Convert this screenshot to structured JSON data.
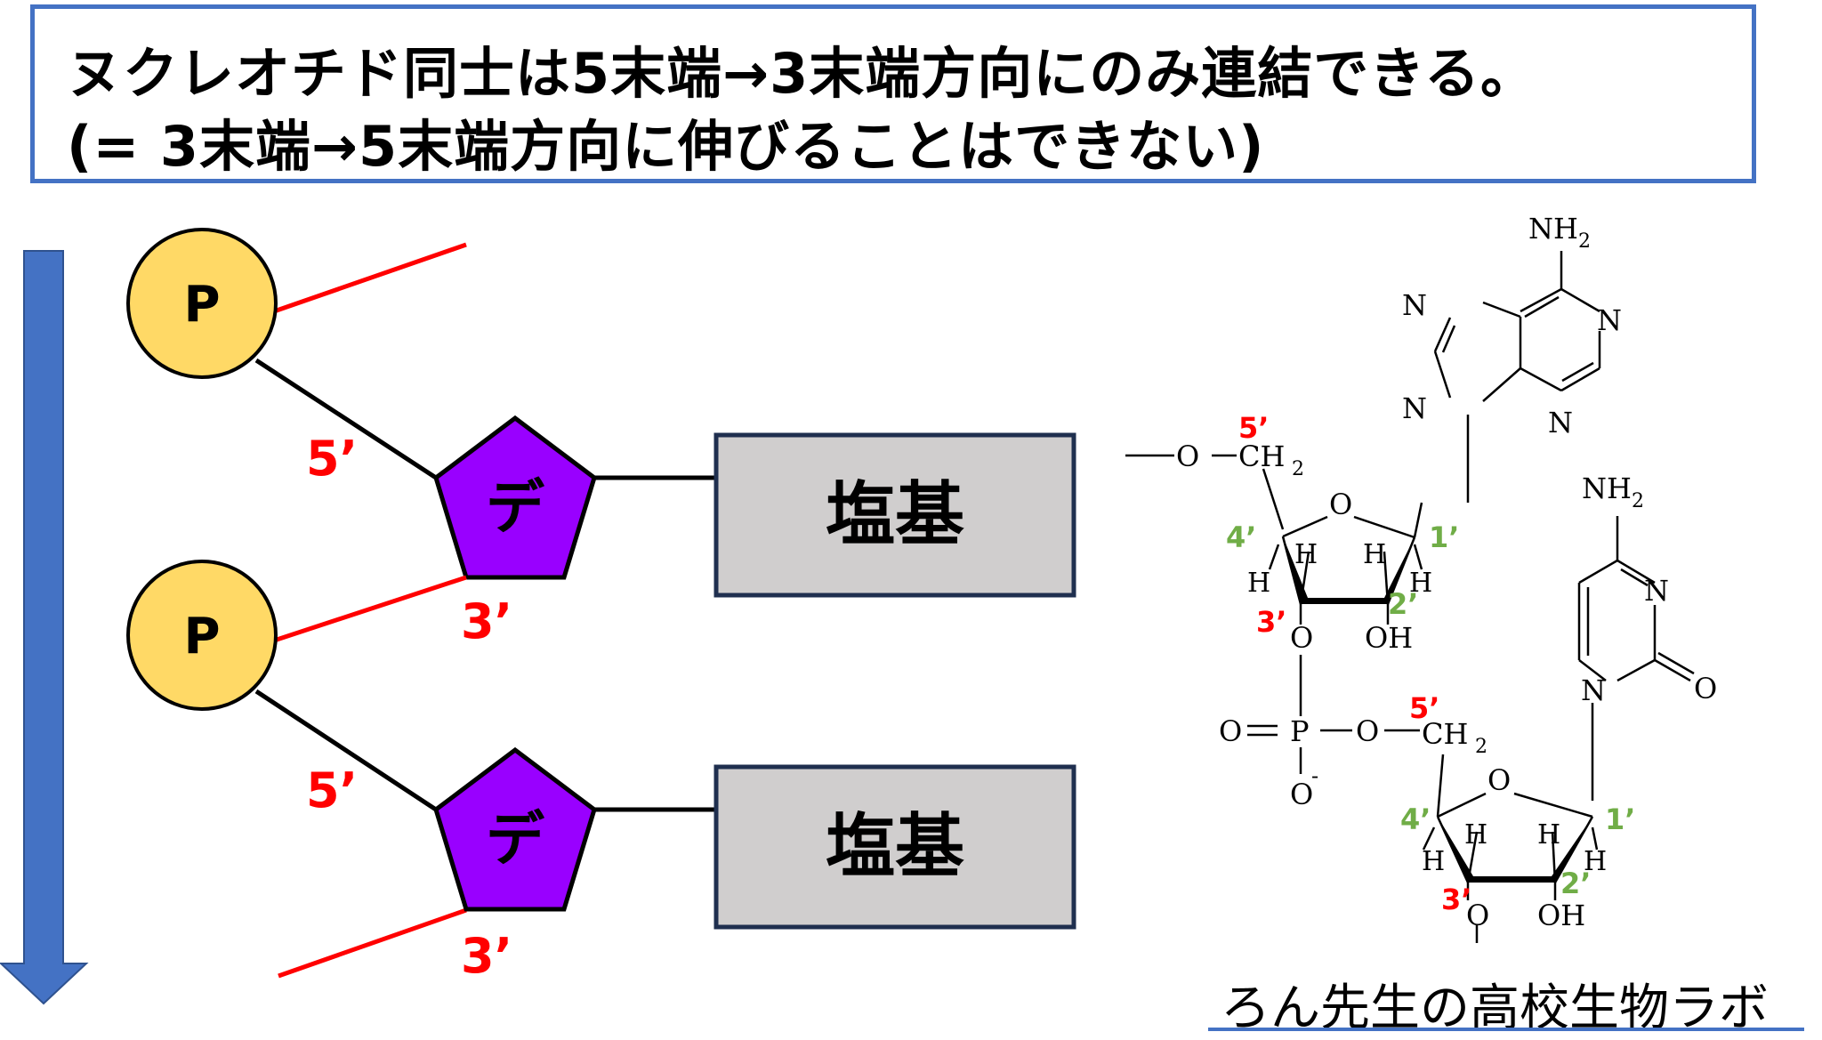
{
  "title": {
    "line1": "ヌクレオチド同士は5末端→3末端方向にのみ連結できる。",
    "line2": "(= 3末端→5末端方向に伸びることはできない)"
  },
  "nucleotides": [
    {
      "phosphate": "P",
      "sugar": "デ",
      "base": "塩基",
      "end5": "5’",
      "end3": "3’"
    },
    {
      "phosphate": "P",
      "sugar": "デ",
      "base": "塩基",
      "end5": "5’",
      "end3": "3’"
    }
  ],
  "structure": {
    "adenine": {
      "nh2": "NH",
      "nh2_sub": "2",
      "n": "N"
    },
    "cytosine": {
      "nh2": "NH",
      "nh2_sub": "2",
      "n": "N",
      "o": "O"
    },
    "sugar1": {
      "o_link": "O",
      "ch2": "CH",
      "ch2_sub": "2",
      "ring_o": "O",
      "h": "H",
      "o3": "O",
      "oh": "OH",
      "labels": {
        "c5": "5’",
        "c4": "4’",
        "c3": "3’",
        "c2": "2’",
        "c1": "1’"
      }
    },
    "phosphate": {
      "o_double": "O",
      "p": "P",
      "o_right": "O",
      "o_minus": "O",
      "minus": "-"
    },
    "sugar2": {
      "ch2": "CH",
      "ch2_sub": "2",
      "ring_o": "O",
      "h": "H",
      "o3": "O",
      "oh": "OH",
      "labels": {
        "c5": "5’",
        "c4": "4’",
        "c3": "3’",
        "c2": "2’",
        "c1": "1’"
      }
    }
  },
  "credit": "ろん先生の高校生物ラボ",
  "colors": {
    "accent_blue": "#4472c4",
    "phosphate_fill": "#ffd966",
    "sugar_fill": "#9900ff",
    "base_fill": "#d0cece",
    "base_border": "#1f2f4f",
    "red": "#ff0000",
    "green": "#70ad47"
  }
}
